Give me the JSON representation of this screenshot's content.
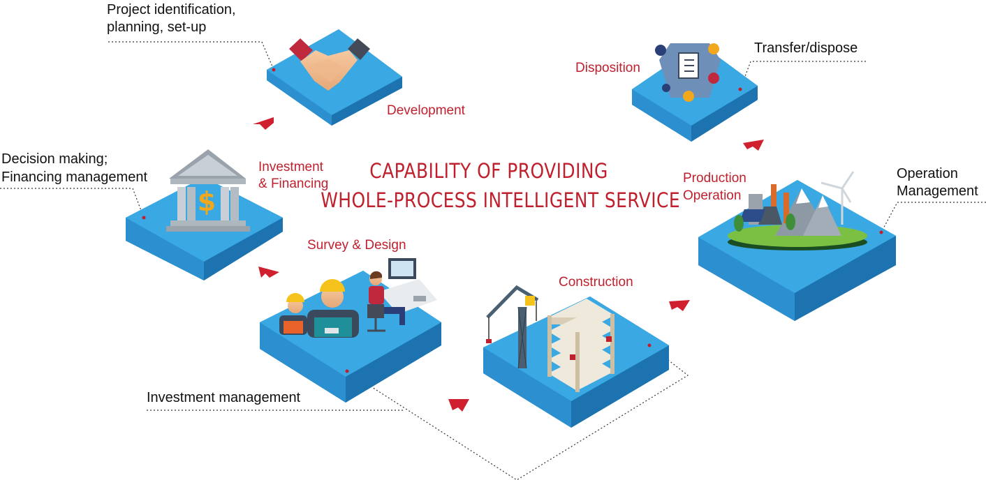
{
  "title": {
    "line1": "CAPABILITY OF PROVIDING",
    "line2": "WHOLE-PROCESS INTELLIGENT SERVICE"
  },
  "stages": {
    "development": "Development",
    "investment_financing_1": "Investment",
    "investment_financing_2": "& Financing",
    "survey_design": "Survey & Design",
    "construction": "Construction",
    "production_operation_1": "Production",
    "production_operation_2": "Operation",
    "disposition": "Disposition"
  },
  "callouts": {
    "project_identification_1": "Project identification,",
    "project_identification_2": "planning, set-up",
    "decision_making_1": "Decision making;",
    "decision_making_2": "Financing management",
    "investment_management": "Investment management",
    "operation_management_1": "Operation",
    "operation_management_2": "Management",
    "transfer_dispose": "Transfer/dispose"
  },
  "colors": {
    "accent": "#c0202d",
    "tile_top": "#3aa8e2",
    "tile_left": "#2c8fcf",
    "tile_right": "#1f79b8",
    "arrow": "#d01f2e"
  }
}
